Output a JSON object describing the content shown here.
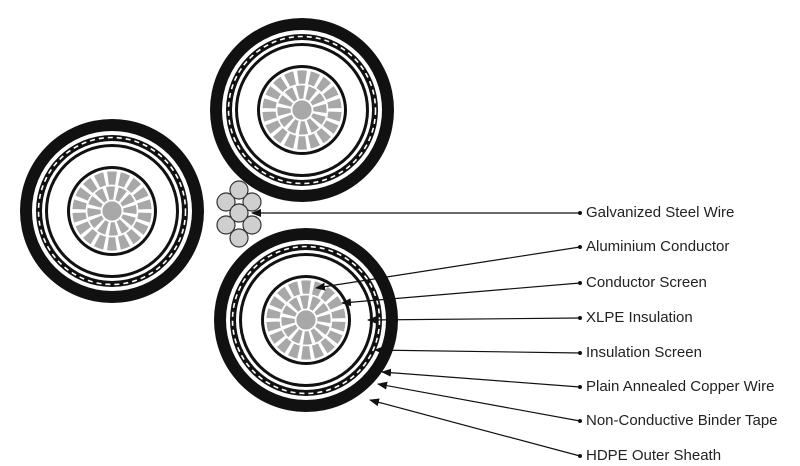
{
  "labels": [
    "Galvanized Steel Wire",
    "Aluminium Conductor",
    "Conductor Screen",
    "XLPE Insulation",
    "Insulation Screen",
    "Plain Annealed Copper Wire",
    "Non-Conductive Binder Tape",
    "HDPE Outer Sheath"
  ],
  "colors": {
    "sheath": "#111111",
    "insulation": "#ffffff",
    "strand": "#a8a8a8",
    "strand_outline": "#ffffff",
    "steel_wire": "#cfcfcf",
    "line": "#111111",
    "text": "#222222"
  }
}
